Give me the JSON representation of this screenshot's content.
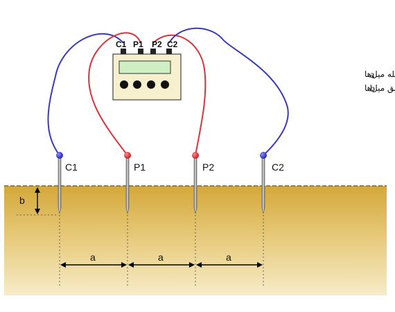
{
  "meter": {
    "terminals": [
      "C1",
      "P1",
      "P2",
      "C2"
    ]
  },
  "electrodes": [
    {
      "label": "C1",
      "type": "current"
    },
    {
      "label": "P1",
      "type": "potential"
    },
    {
      "label": "P2",
      "type": "potential"
    },
    {
      "label": "C2",
      "type": "current"
    }
  ],
  "dimensions": {
    "spacing_label": "a",
    "depth_label": "b"
  },
  "legend": [
    {
      "key": "a",
      "text": "فاصله میل‌ها"
    },
    {
      "key": "b",
      "text": "عمق میل‌ها"
    }
  ],
  "colors": {
    "soil_top": "#d8b24a",
    "soil_bottom": "#f5e8bf",
    "current_wire": "#3a3ab8",
    "potential_wire": "#d8343c",
    "meter_body": "#f6f0cf",
    "meter_screen": "#cfeec4"
  }
}
